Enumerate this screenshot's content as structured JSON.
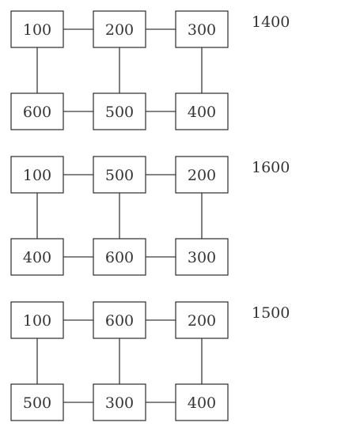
{
  "groups": [
    {
      "label": "1400",
      "top_row": [
        "100",
        "200",
        "300"
      ],
      "bottom_row": [
        "600",
        "500",
        "400"
      ]
    },
    {
      "label": "1600",
      "top_row": [
        "100",
        "500",
        "200"
      ],
      "bottom_row": [
        "400",
        "600",
        "300"
      ]
    },
    {
      "label": "1500",
      "top_row": [
        "100",
        "600",
        "200"
      ],
      "bottom_row": [
        "500",
        "300",
        "400"
      ]
    }
  ]
}
